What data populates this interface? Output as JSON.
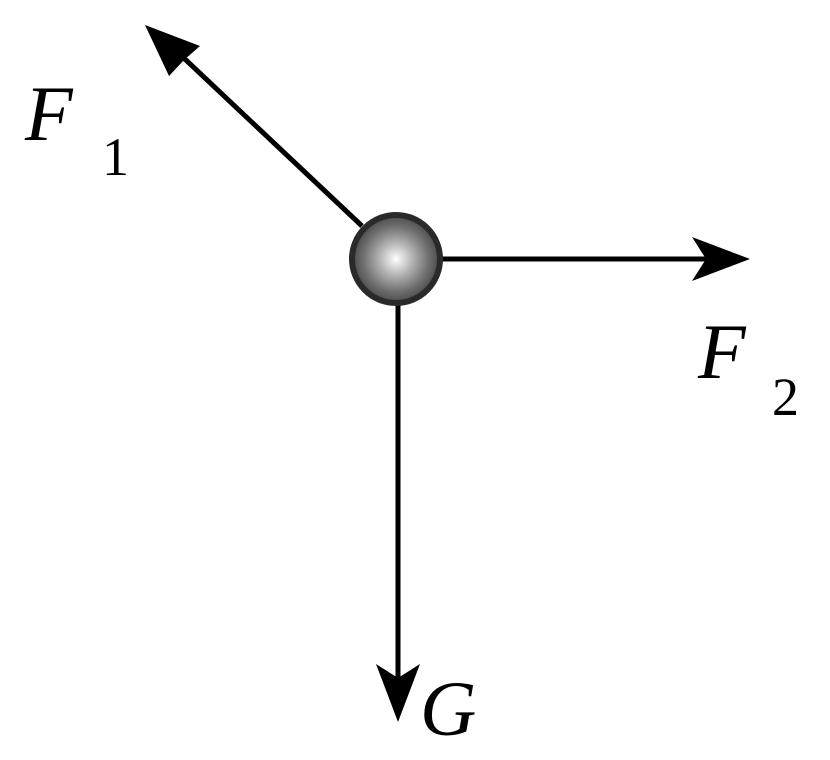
{
  "diagram": {
    "forces": [
      {
        "id": "f1",
        "symbol": "F",
        "subscript": "1",
        "direction": "up-left"
      },
      {
        "id": "f2",
        "symbol": "F",
        "subscript": "2",
        "direction": "right"
      },
      {
        "id": "g",
        "symbol": "G",
        "subscript": "",
        "direction": "down"
      }
    ],
    "colors": {
      "stroke": "#000000",
      "ball_outline": "#2a2a2a",
      "ball_center": "#ffffff",
      "ball_edge": "#4a4a4a",
      "background": "#ffffff"
    }
  }
}
